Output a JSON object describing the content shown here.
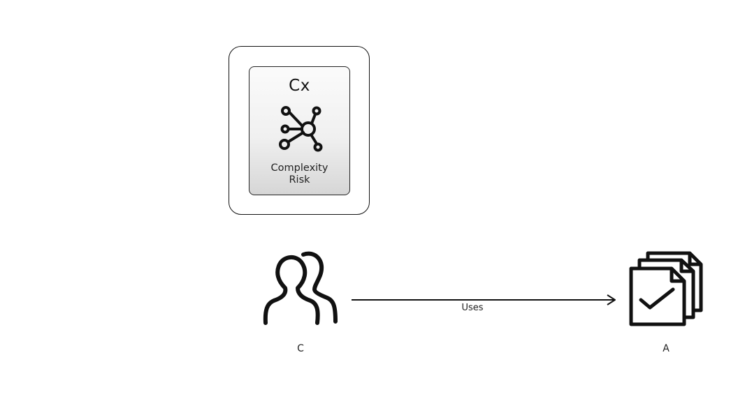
{
  "risk": {
    "code": "Cx",
    "label_line1": "Complexity",
    "label_line2": "Risk",
    "icon": "network-hub-icon"
  },
  "nodes": {
    "source": {
      "label": "C",
      "icon": "users-icon"
    },
    "target": {
      "label": "A",
      "icon": "stacked-documents-check-icon"
    }
  },
  "edge": {
    "label": "Uses"
  }
}
